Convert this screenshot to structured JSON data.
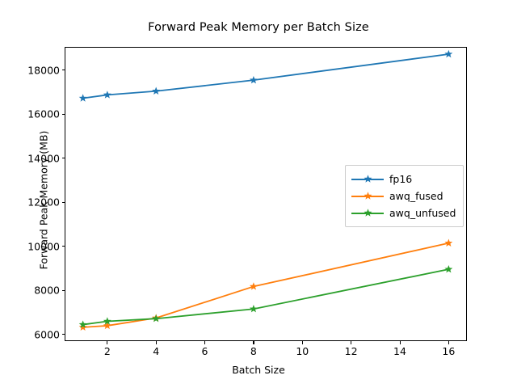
{
  "chart_data": {
    "type": "line",
    "title": "Forward Peak Memory per Batch Size",
    "xlabel": "Batch Size",
    "ylabel": "Forward Peak Memory (MB)",
    "x": [
      1,
      2,
      4,
      8,
      16
    ],
    "xlim": [
      0.25,
      16.75
    ],
    "ylim": [
      5700,
      19060
    ],
    "xticks": [
      2,
      4,
      6,
      8,
      10,
      12,
      14,
      16
    ],
    "xtick_labels": [
      "2",
      "4",
      "6",
      "8",
      "10",
      "12",
      "14",
      "16"
    ],
    "yticks": [
      6000,
      8000,
      10000,
      12000,
      14000,
      16000,
      18000
    ],
    "ytick_labels": [
      "6000",
      "8000",
      "10000",
      "12000",
      "14000",
      "16000",
      "18000"
    ],
    "grid": false,
    "legend_position": "center right",
    "marker": "star",
    "series": [
      {
        "name": "fp16",
        "color": "#1f77b4",
        "values": [
          16730,
          16880,
          17050,
          17550,
          18730
        ]
      },
      {
        "name": "awq_fused",
        "color": "#ff7f0e",
        "values": [
          6330,
          6400,
          6750,
          8180,
          10150
        ]
      },
      {
        "name": "awq_unfused",
        "color": "#2ca02c",
        "values": [
          6450,
          6600,
          6720,
          7160,
          8960
        ]
      }
    ]
  },
  "figure": {
    "title": "Forward Peak Memory per Batch Size",
    "xlabel": "Batch Size",
    "ylabel": "Forward Peak Memory (MB)",
    "ytick_labels": [
      "18000",
      "16000",
      "14000",
      "12000",
      "10000",
      "8000",
      "6000"
    ],
    "xtick_labels": [
      "2",
      "4",
      "6",
      "8",
      "10",
      "12",
      "14",
      "16"
    ],
    "legend": {
      "items": [
        {
          "label": "fp16",
          "color": "#1f77b4"
        },
        {
          "label": "awq_fused",
          "color": "#ff7f0e"
        },
        {
          "label": "awq_unfused",
          "color": "#2ca02c"
        }
      ]
    }
  }
}
